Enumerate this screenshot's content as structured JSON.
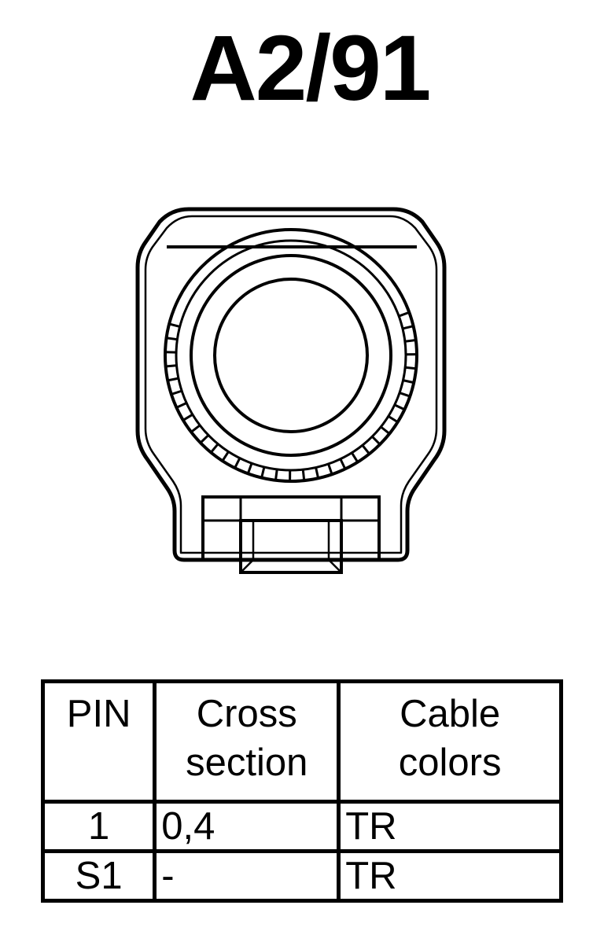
{
  "title": "A2/91",
  "table": {
    "headers": {
      "pin": "PIN",
      "cross_line1": "Cross",
      "cross_line2": "section",
      "colors_line1": "Cable",
      "colors_line2": "colors"
    },
    "rows": [
      {
        "pin": "1",
        "cross": "0,4",
        "colors": "TR"
      },
      {
        "pin": "S1",
        "cross": "-",
        "colors": "TR"
      }
    ]
  }
}
